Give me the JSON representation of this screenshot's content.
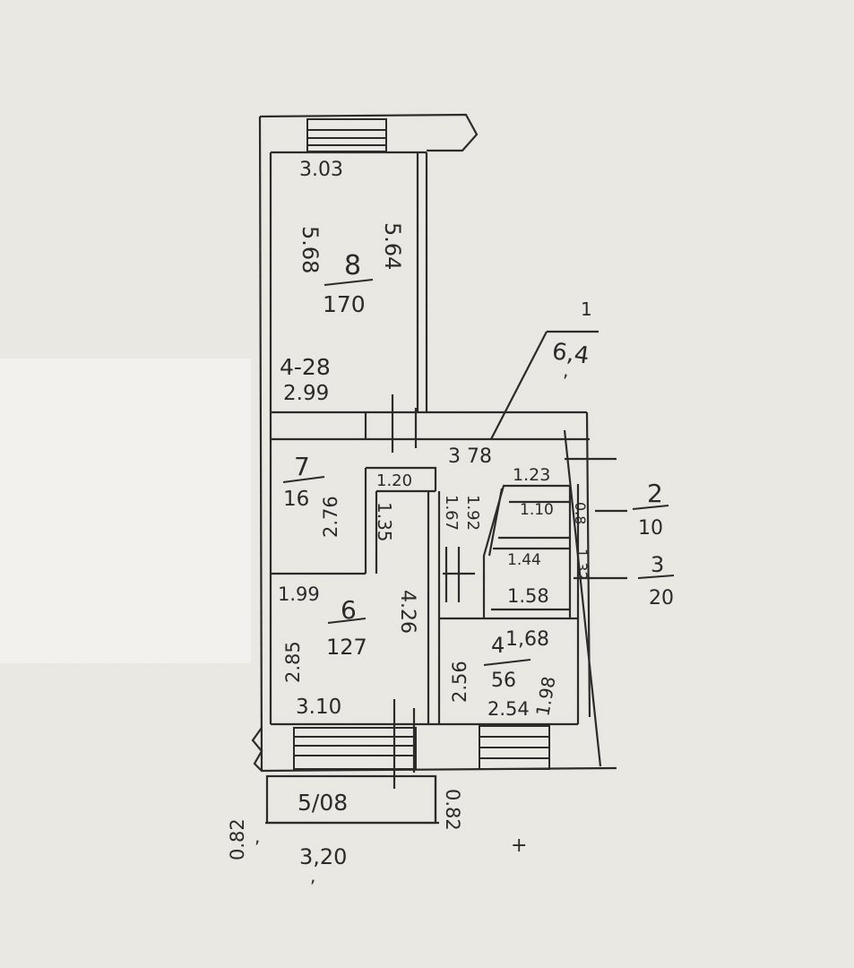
{
  "balcony_top": {
    "width": "3.03"
  },
  "room_8": {
    "number": "8",
    "area": "170",
    "length_left": "5.68",
    "length_right": "5.64",
    "height": "4-28",
    "bottom_width": "2.99"
  },
  "callout": {
    "top": "1",
    "value": "6,4",
    "bottom": ","
  },
  "corridor": {
    "length": "3 78",
    "width": "1.23"
  },
  "room_7": {
    "number": "7",
    "area": "16",
    "side": "2.76",
    "closet_width": "1.20",
    "depth": "1.35"
  },
  "room_6": {
    "number": "6",
    "area": "127",
    "top_width": "1.99",
    "side_left": "2.85",
    "side_right": "4.26",
    "bottom_width": "3.10"
  },
  "utility_rooms": {
    "room_2": {
      "number": "2",
      "area": "10"
    },
    "room_3": {
      "number": "3",
      "area": "20"
    },
    "dims": {
      "d1": "1.67",
      "d2": "1.92",
      "d3": "1.10",
      "d4": "0.8",
      "d5": "1.32",
      "d6": "1.44",
      "d7": "1.58"
    }
  },
  "kitchen": {
    "number": "4",
    "area": "56",
    "width_top": "1,68",
    "side_left": "2.56",
    "side_right": "1.98",
    "bottom": "2.54"
  },
  "balcony_bottom": {
    "label": "5/08",
    "width": "3,20",
    "depth_left": "0.82",
    "depth_right": "0.82",
    "mark_1": ",",
    "mark_2": ",",
    "mark_3": "+"
  }
}
